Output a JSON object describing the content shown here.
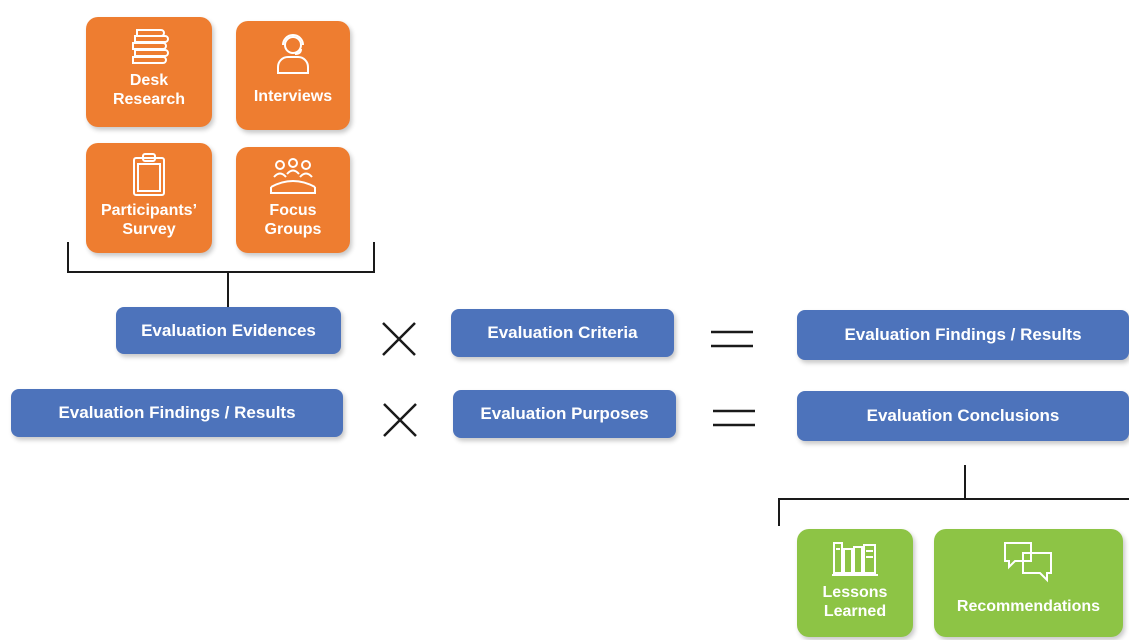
{
  "evidence_sources": [
    {
      "icon": "books-icon",
      "label_line1": "Desk",
      "label_line2": "Research"
    },
    {
      "icon": "headset-person-icon",
      "label_line1": "Interviews",
      "label_line2": ""
    },
    {
      "icon": "clipboard-icon",
      "label_line1": "Participants’",
      "label_line2": "Survey"
    },
    {
      "icon": "group-meeting-icon",
      "label_line1": "Focus",
      "label_line2": "Groups"
    }
  ],
  "equation1": {
    "left": "Evaluation Evidences",
    "operator": "×",
    "middle": "Evaluation Criteria",
    "equals": "=",
    "result": "Evaluation Findings / Results"
  },
  "equation2": {
    "left": "Evaluation Findings / Results",
    "operator": "×",
    "middle": "Evaluation Purposes",
    "equals": "=",
    "result": "Evaluation Conclusions"
  },
  "outputs": [
    {
      "icon": "bookshelf-icon",
      "label_line1": "Lessons",
      "label_line2": "Learned"
    },
    {
      "icon": "speech-bubbles-icon",
      "label_line1": "Recommendations",
      "label_line2": ""
    }
  ],
  "colors": {
    "orange": "#EE7D30",
    "blue": "#4D73BB",
    "green": "#8DC445",
    "line": "#1a1a1a"
  }
}
